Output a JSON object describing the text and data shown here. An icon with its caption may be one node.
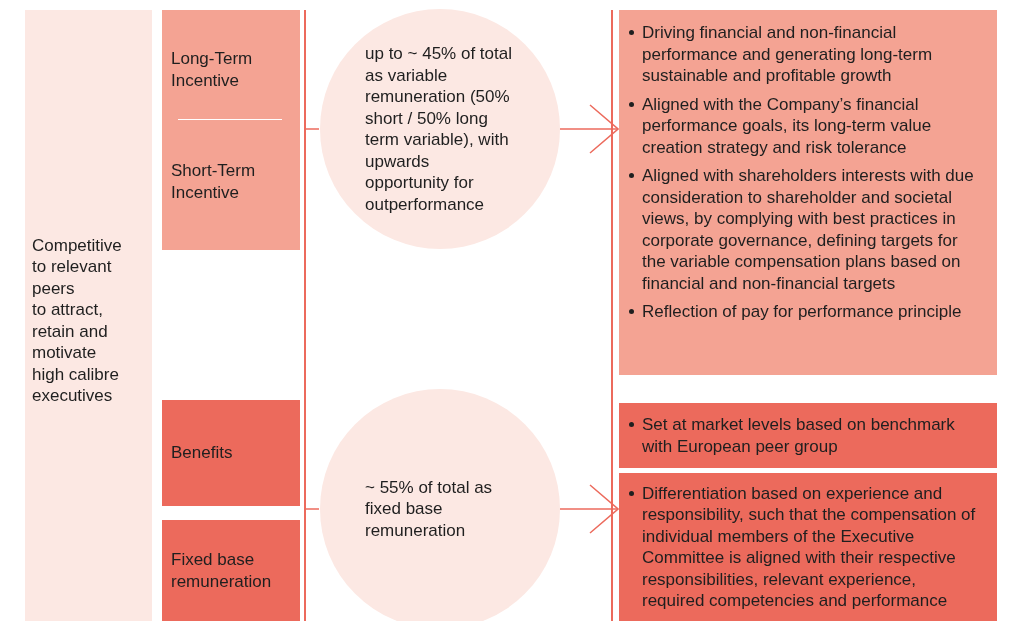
{
  "diagram": {
    "nodes": [
      {
        "text": [
          "Competitive to relevant peers",
          "to attract, retain and motivate high calibre executives"
        ]
      },
      {
        "text": [
          "Long-Term Incentive",
          "Short-Term Incentive"
        ]
      },
      {
        "text": [
          "Benefits"
        ]
      },
      {
        "text": [
          "Fixed base remuneration"
        ]
      },
      {
        "text": [],
        "shape": "bar"
      },
      {
        "text": [
          "up to ~ 45% of total as variable remuneration (50% short / 50% long term variable), with upwards opportunity for outperformance"
        ]
      },
      {
        "text": [
          "~ 55% of total as fixed base remuneration"
        ]
      },
      {
        "text": [],
        "shape": "bar"
      },
      {
        "text": [
          "Driving financial and non-financial performance and generating long-term sustainable and profitable growth",
          "Aligned with the Company’s financial performance goals, its long-term value creation strategy and risk tolerance",
          "Aligned with shareholders interests with due consideration to shareholder and societal views, by complying with best practices in corporate governance, defining targets for the variable compensation plans based on financial and non-financial targets",
          "Reflection of pay for performance principle"
        ]
      },
      {
        "text": [
          "Set at market levels based on benchmark with European peer group"
        ]
      },
      {
        "text": [
          "Differentiation based on experience and responsibility, such that the compensation of individual members of the Executive Committee is aligned with their respective responsibilities, relevant experience, required competencies and performance"
        ]
      }
    ],
    "edges": [
      {
        "from": 4,
        "to": 5,
        "arrow": "none"
      },
      {
        "from": 5,
        "to": 8,
        "arrow": "to"
      },
      {
        "from": 4,
        "to": 6,
        "arrow": "none"
      },
      {
        "from": 6,
        "to": 10,
        "arrow": "to"
      }
    ]
  }
}
